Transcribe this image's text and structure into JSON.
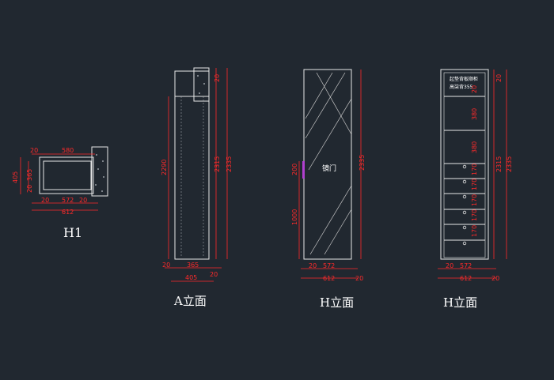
{
  "colors": {
    "background": "#212830",
    "outline": "#e8e8e8",
    "dimension": "#ff2a2a",
    "handle": "#b040d0",
    "label": "#ffffff"
  },
  "plan": {
    "title": "H1",
    "dims": {
      "top_left": "20",
      "top_width": "580",
      "left_total": "405",
      "left_inner": "365",
      "left_bottom": "20",
      "bottom_left": "20",
      "bottom_inner": "572",
      "bottom_right": "20",
      "bottom_total": "612"
    }
  },
  "elevation_a": {
    "title": "A立面",
    "dims": {
      "height_inner": "2290",
      "height_mid": "2315",
      "height_total": "2335",
      "top": "20",
      "bottom_left": "20",
      "bottom_inner": "365",
      "bottom_right": "20",
      "bottom_total": "405"
    }
  },
  "elevation_h_mirror": {
    "title": "H立面",
    "mirror_label": "镜门",
    "dims": {
      "handle_length": "200",
      "handle_height": "1000",
      "height_total": "2335",
      "bottom_left": "20",
      "bottom_inner": "572",
      "bottom_total": "612",
      "bottom_right": "20"
    }
  },
  "elevation_h_open": {
    "title": "H立面",
    "note_line1": "起垫背板顺柜",
    "note_line2": "高柒背355",
    "dims": {
      "top": "20",
      "shelf_1": "380",
      "shelf_2": "380",
      "shelf_3": "170",
      "shelf_4": "170",
      "shelf_5": "170",
      "shelf_6": "170",
      "shelf_7": "170",
      "height_mid": "2315",
      "height_total": "2335",
      "bottom_left": "20",
      "bottom_inner": "572",
      "bottom_total": "612",
      "bottom_right": "20"
    }
  }
}
